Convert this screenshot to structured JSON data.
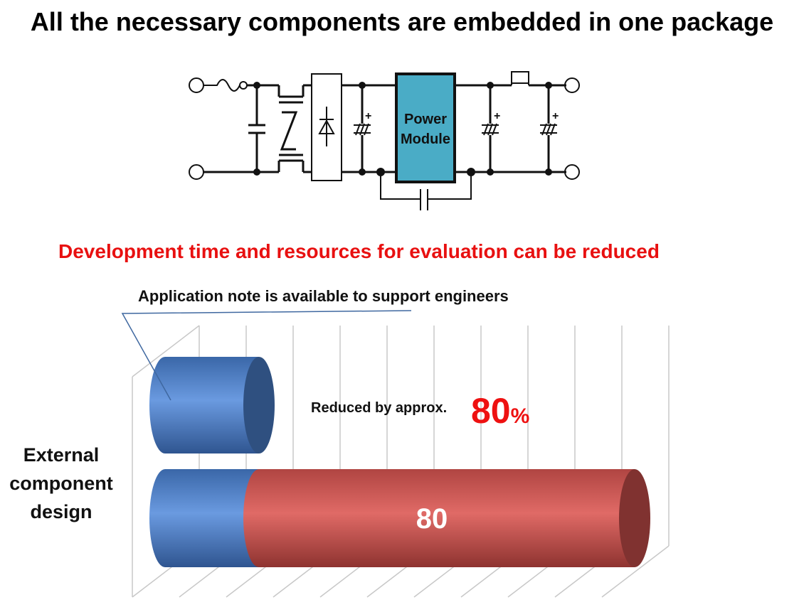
{
  "title": "All the necessary components are embedded in one package",
  "circuit": {
    "module_label_line1": "Power",
    "module_label_line2": "Module",
    "module_color": "#4aacc6"
  },
  "subtitle": "Development time and resources for evaluation can be reduced",
  "note": "Application note is available to support engineers",
  "chart_data": {
    "type": "bar",
    "orientation": "horizontal",
    "categories": [
      "External component design"
    ],
    "category_label": "External\ncomponent\ndesign",
    "series": [
      {
        "values": [
          20
        ],
        "color": "#4f81bd"
      },
      {
        "values": [
          80
        ],
        "color": "#c0504d"
      }
    ],
    "reference_bar_value": 20,
    "data_label": "80",
    "annotation_text": "Reduced by approx.",
    "annotation_value": "80",
    "annotation_unit": "%",
    "grid": true
  }
}
